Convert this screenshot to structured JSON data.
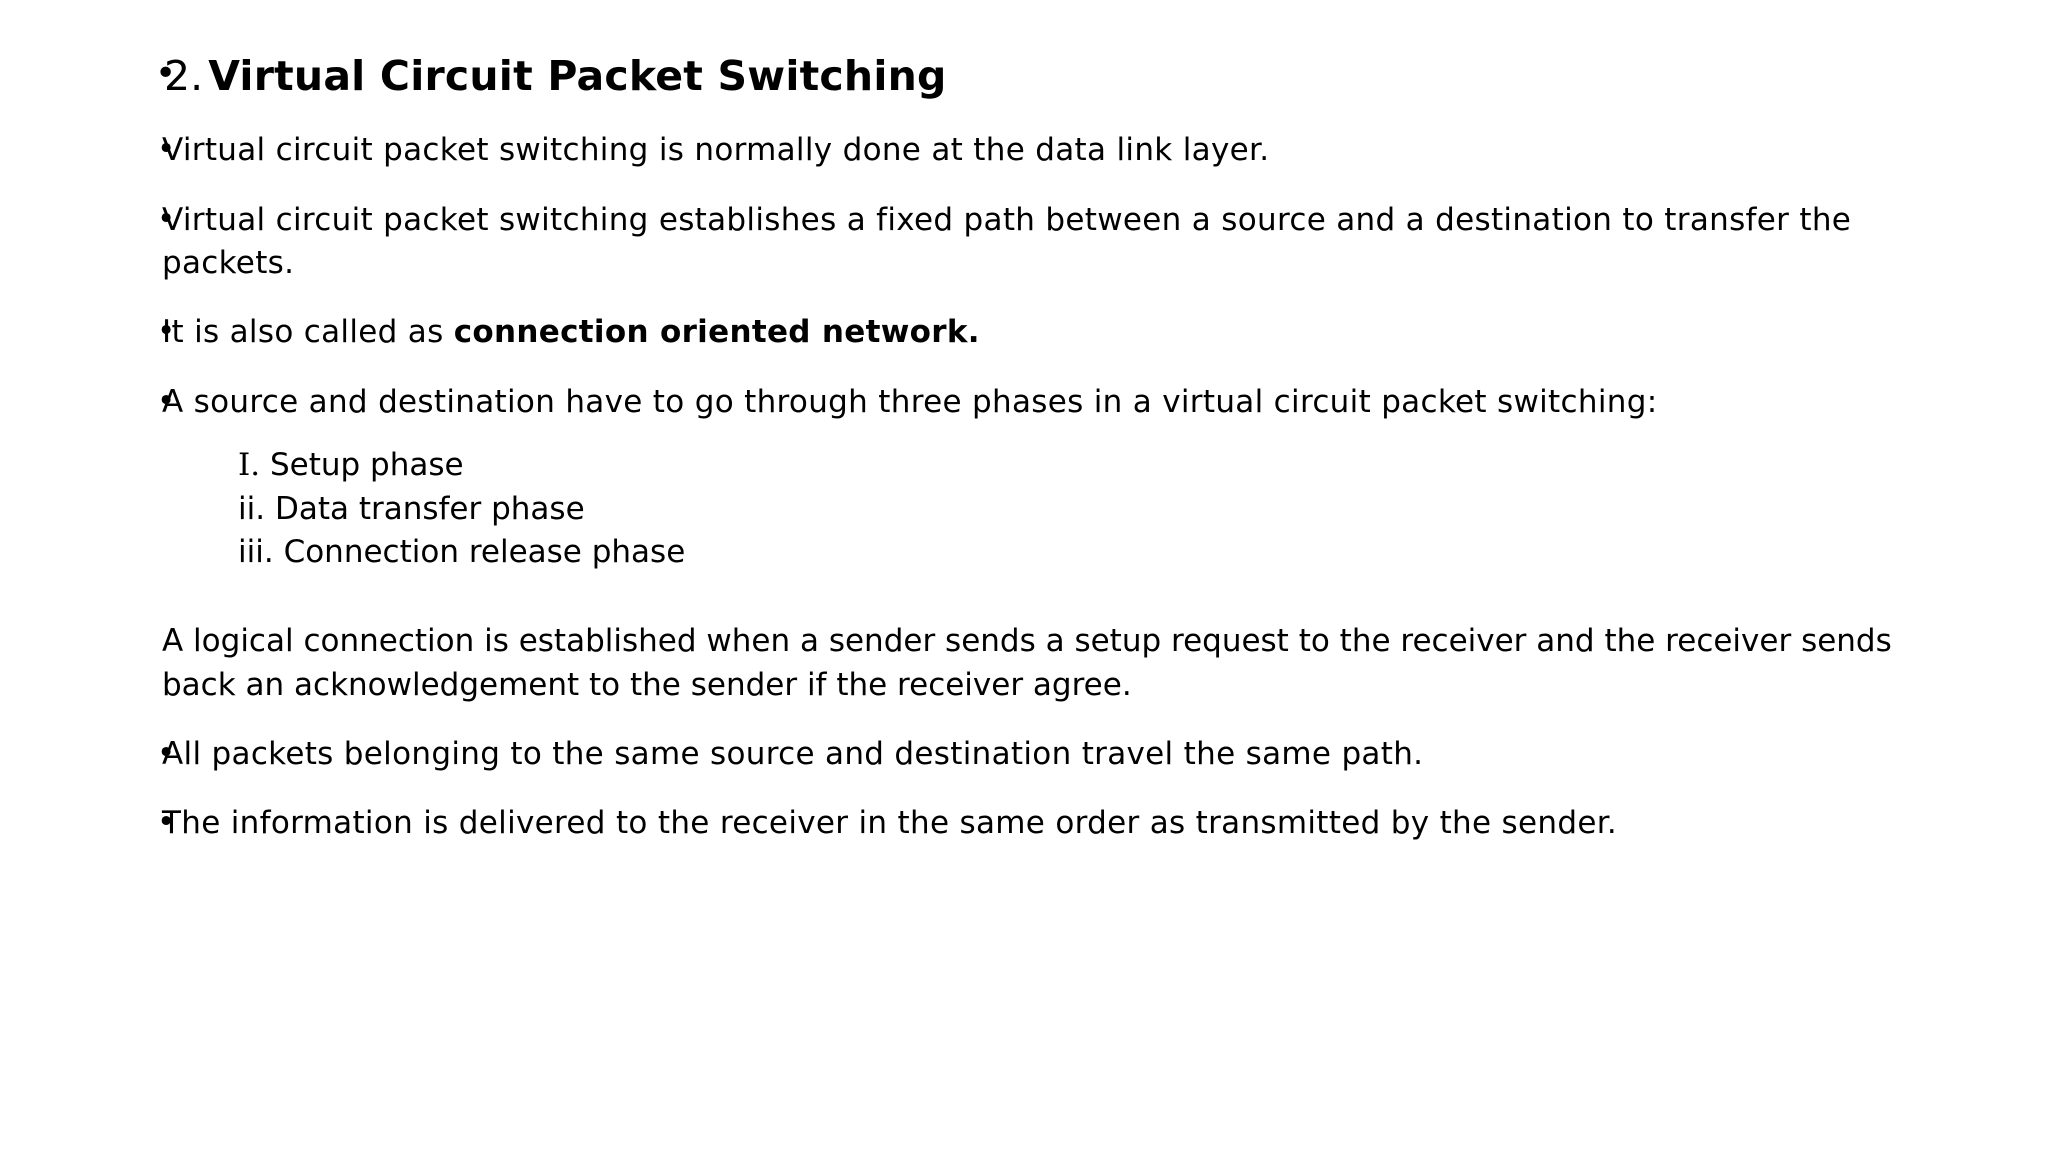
{
  "slide": {
    "bullet_glyph": "•",
    "title": {
      "number": "2.",
      "text": "Virtual Circuit Packet Switching"
    },
    "bullets": [
      {
        "text": "Virtual circuit packet switching is normally done at the data link layer."
      },
      {
        "text": "Virtual circuit packet switching establishes a fixed path between a source and a destination to transfer the packets."
      },
      {
        "lead": "It is also called as ",
        "bold": "connection oriented network."
      },
      {
        "text": "A source and destination have to go through three phases in a virtual circuit packet switching:"
      },
      {
        "text": "All packets belonging to the same source and destination travel the same path."
      },
      {
        "text": "The information is delivered to the receiver in the same order as transmitted by the sender."
      }
    ],
    "phases": [
      {
        "marker": "I.",
        "label": "Setup phase"
      },
      {
        "marker": "ii.",
        "label": "Data transfer phase"
      },
      {
        "marker": "iii.",
        "label": "Connection release phase"
      }
    ],
    "paragraph": "A logical connection is established when a sender sends a setup request to the receiver and the receiver sends back an acknowledgement to the sender if the receiver agree."
  }
}
